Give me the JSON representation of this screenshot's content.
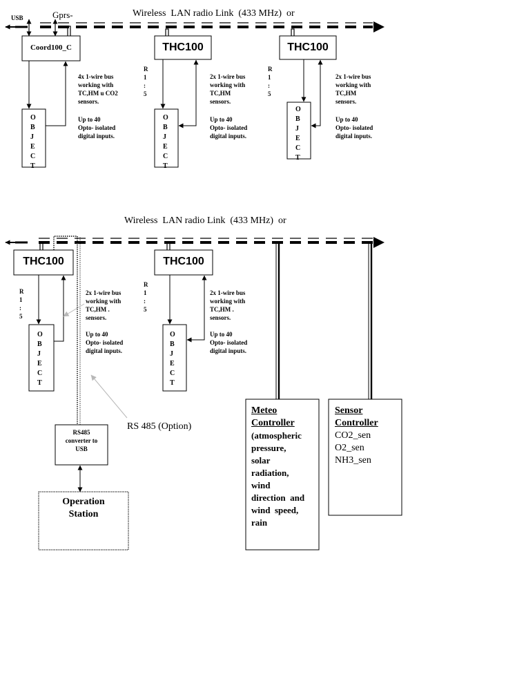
{
  "top_group": {
    "title": "Wireless  LAN radio Link  (433 MHz)  or",
    "usb_label": "USB",
    "gprs_label": "Gprs-",
    "coordinator": "Coord100_C",
    "thc_a": "THC100",
    "thc_b": "THC100",
    "coord_desc": "4x 1-wire bus\nworking with\nTC,HM u CO2\nsensors.",
    "thc_a_desc": "2x 1-wire bus\nworking with\nTC,HM\nsensors.",
    "thc_b_desc": "2x 1-wire bus\nworking with\nTC,HM\nsensors.",
    "inputs_desc": "Up to 40\nOpto- isolated\ndigital inputs.",
    "rs_label": "R\n1\n:\n5",
    "object_label": "O\nB\nJ\nE\nC\nT"
  },
  "bottom_group": {
    "title": "Wireless  LAN radio Link  (433 MHz)  or",
    "thc_a": "THC100",
    "thc_b": "THC100",
    "thc_a_desc": "2x 1-wire bus\nworking with\nTC,HM .\nsensors.",
    "thc_b_desc": "2x 1-wire bus\nworking with\nTC,HM .\nsensors.",
    "inputs_desc": "Up to 40\nOpto- isolated\ndigital inputs.",
    "rs_label": "R\n1\n:\n5",
    "object_label": "O\nB\nJ\nE\nC\nT",
    "rs485_option": "RS 485 (Option)",
    "converter": "RS485\nconverter to\nUSB",
    "operation_station": "Operation\nStation",
    "meteo": {
      "title_line1": "Meteo",
      "title_line2": "Controller",
      "desc": "(atmospheric\npressure,\nsolar\nradiation,\nwind\ndirection  and\nwind  speed,\nrain"
    },
    "sensor": {
      "title_line1": "Sensor",
      "title_line2": "Controller",
      "items": "CO2_sen\nO2_sen\nNH3_sen"
    }
  }
}
